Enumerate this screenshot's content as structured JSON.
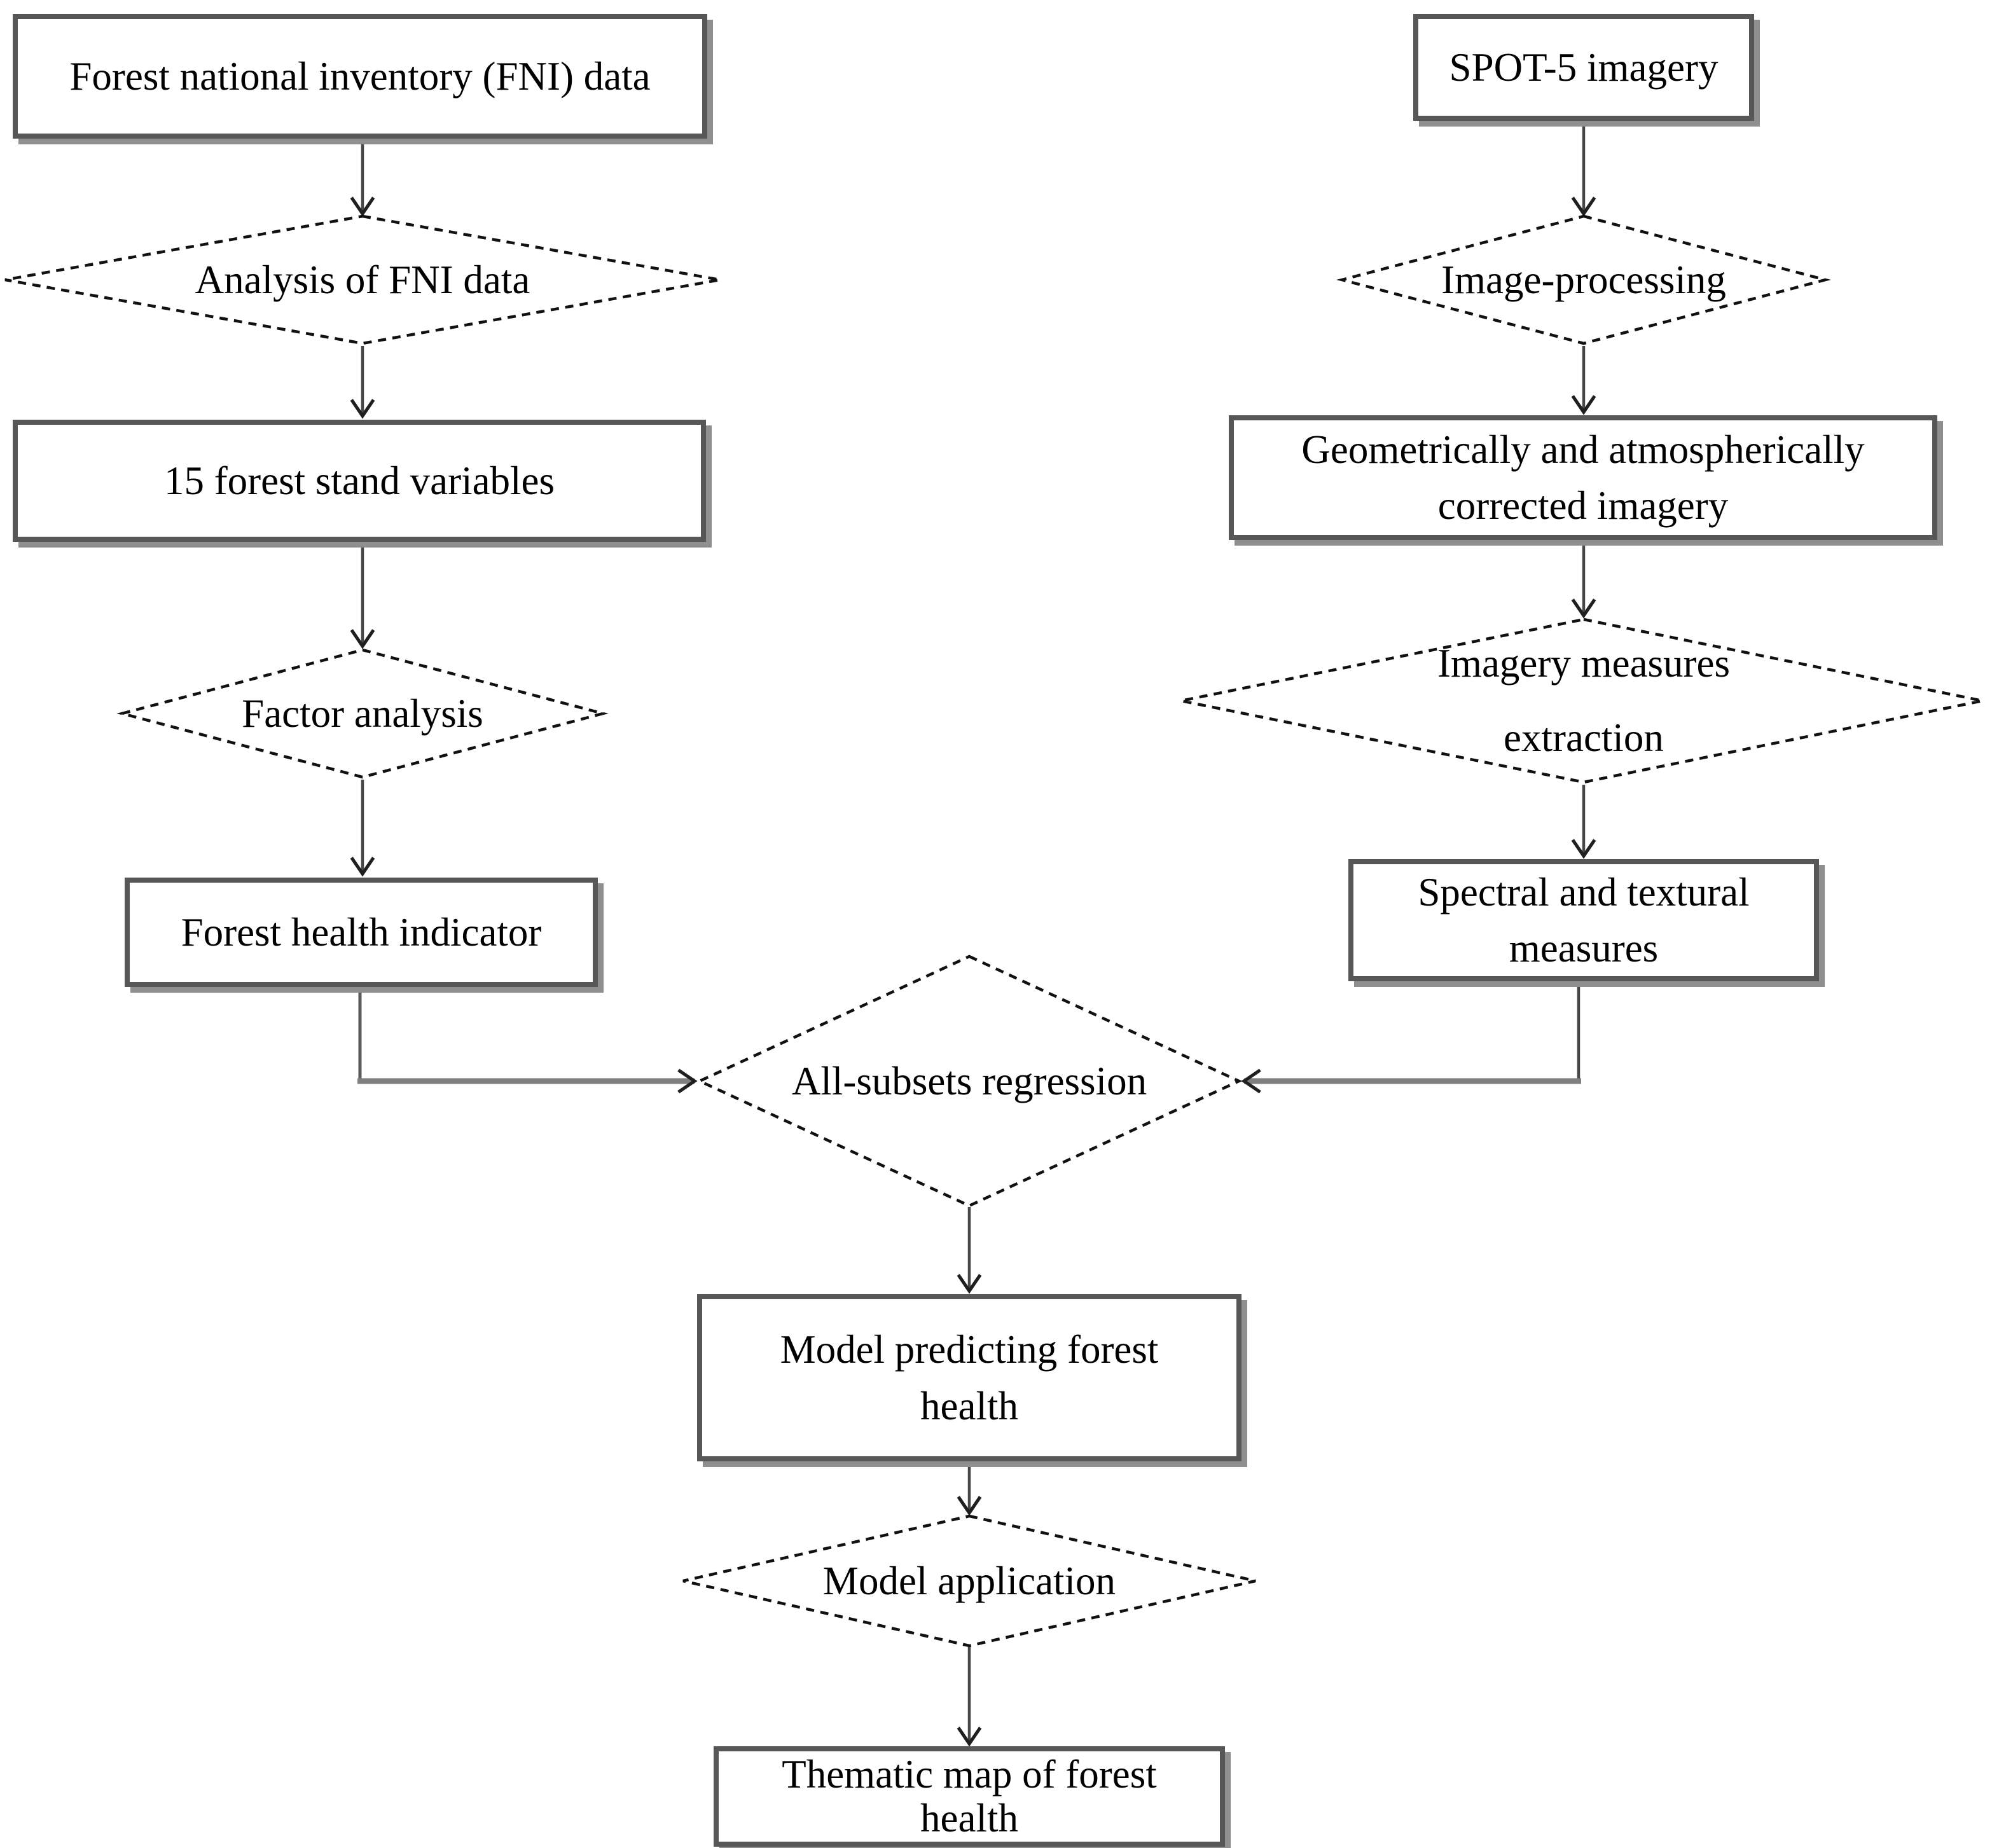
{
  "flowchart": {
    "background": "#ffffff",
    "colors": {
      "box_border": "#575757",
      "box_shadow": "#8f8f8f",
      "diamond_border": "#111111",
      "arrow_line": "#474747",
      "merge_line": "#7f7f7f",
      "text": "#000000"
    },
    "nodes": {
      "fni_data": {
        "shape": "rectangle",
        "label": "Forest national inventory (FNI) data"
      },
      "fni_analysis": {
        "shape": "diamond",
        "label": "Analysis of FNI data"
      },
      "stand_variables": {
        "shape": "rectangle",
        "label": "15 forest stand variables"
      },
      "factor_analysis": {
        "shape": "diamond",
        "label": "Factor analysis"
      },
      "health_indicator": {
        "shape": "rectangle",
        "label": "Forest health indicator"
      },
      "spot5_imagery": {
        "shape": "rectangle",
        "label": "SPOT-5 imagery"
      },
      "image_processing": {
        "shape": "diamond",
        "label": "Image-processing"
      },
      "corrected_imagery": {
        "shape": "rectangle",
        "label": "Geometrically and atmospherically corrected imagery"
      },
      "measures_extraction": {
        "shape": "diamond",
        "label": "Imagery measures extraction"
      },
      "spectral_textural": {
        "shape": "rectangle",
        "label": "Spectral and textural measures"
      },
      "all_subsets_regression": {
        "shape": "diamond",
        "label": "All-subsets regression"
      },
      "prediction_model": {
        "shape": "rectangle",
        "label": "Model predicting forest health"
      },
      "model_application": {
        "shape": "diamond",
        "label": "Model application"
      },
      "thematic_map": {
        "shape": "rectangle",
        "label": "Thematic map of forest health"
      }
    },
    "edges": [
      {
        "from": "fni_data",
        "to": "fni_analysis"
      },
      {
        "from": "fni_analysis",
        "to": "stand_variables"
      },
      {
        "from": "stand_variables",
        "to": "factor_analysis"
      },
      {
        "from": "factor_analysis",
        "to": "health_indicator"
      },
      {
        "from": "health_indicator",
        "to": "all_subsets_regression"
      },
      {
        "from": "spot5_imagery",
        "to": "image_processing"
      },
      {
        "from": "image_processing",
        "to": "corrected_imagery"
      },
      {
        "from": "corrected_imagery",
        "to": "measures_extraction"
      },
      {
        "from": "measures_extraction",
        "to": "spectral_textural"
      },
      {
        "from": "spectral_textural",
        "to": "all_subsets_regression"
      },
      {
        "from": "all_subsets_regression",
        "to": "prediction_model"
      },
      {
        "from": "prediction_model",
        "to": "model_application"
      },
      {
        "from": "model_application",
        "to": "thematic_map"
      }
    ]
  }
}
